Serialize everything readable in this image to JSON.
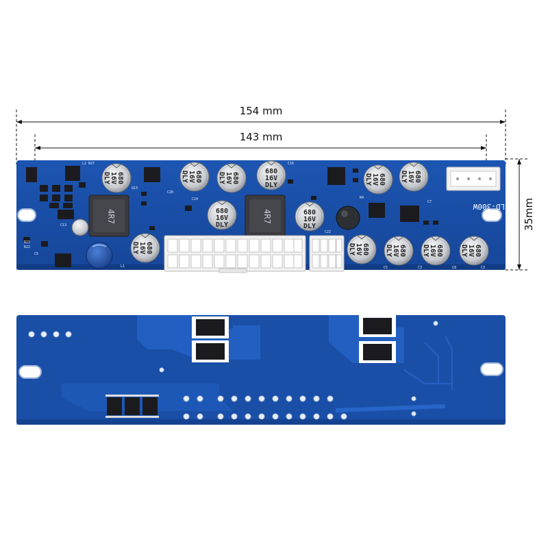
{
  "dimensions": {
    "overall_width": "154 mm",
    "hole_spacing": "143 mm",
    "height": "35mm"
  },
  "board": {
    "model_label": "LD-300W",
    "inductor_marking": "4R7",
    "capacitor_marking": [
      "680",
      "16V",
      "DLY"
    ]
  },
  "colors": {
    "pcb": "#1a4fa8",
    "pcb_dark": "#123d86",
    "connector": "#f2f2f2",
    "capacitor": "#cfd2d6",
    "inductor": "#3a3a40"
  }
}
